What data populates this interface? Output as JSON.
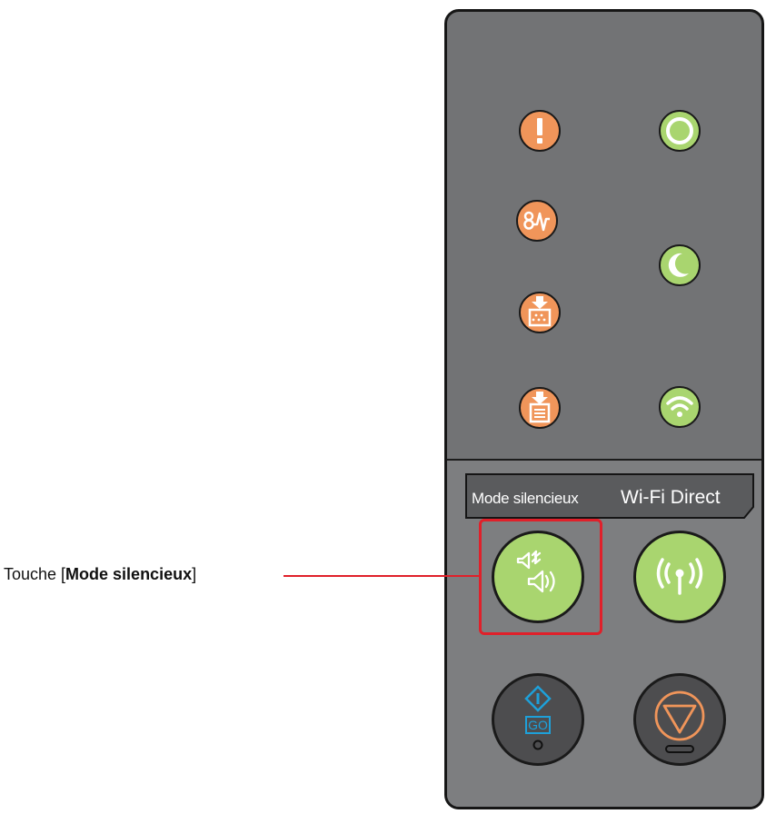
{
  "labels": {
    "quiet_mode": "Mode silencieux",
    "wifi_direct": "Wi-Fi Direct"
  },
  "callout": {
    "prefix": "Touche [",
    "key_name": "Mode silencieux",
    "suffix": "]"
  },
  "colors": {
    "panel": "#727375",
    "orange_led": "#f0955a",
    "green_led": "#a9d56f",
    "highlight": "#e0202a",
    "start_blue": "#1ea0d9",
    "stop_orange": "#f0955a"
  },
  "indicators": [
    {
      "icon": "attention-icon",
      "color": "orange"
    },
    {
      "icon": "processing-icon",
      "color": "green"
    },
    {
      "icon": "memory-icon",
      "color": "orange"
    },
    {
      "icon": "sleep-icon",
      "color": "green"
    },
    {
      "icon": "toner-icon",
      "color": "orange"
    },
    {
      "icon": "paper-icon",
      "color": "orange"
    },
    {
      "icon": "wifi-icon",
      "color": "green"
    }
  ],
  "buttons": [
    {
      "icon": "quiet-mode-icon"
    },
    {
      "icon": "wifi-direct-icon"
    },
    {
      "icon": "start-go-icon",
      "text": "GO"
    },
    {
      "icon": "stop-icon"
    }
  ],
  "start_label": "GO"
}
